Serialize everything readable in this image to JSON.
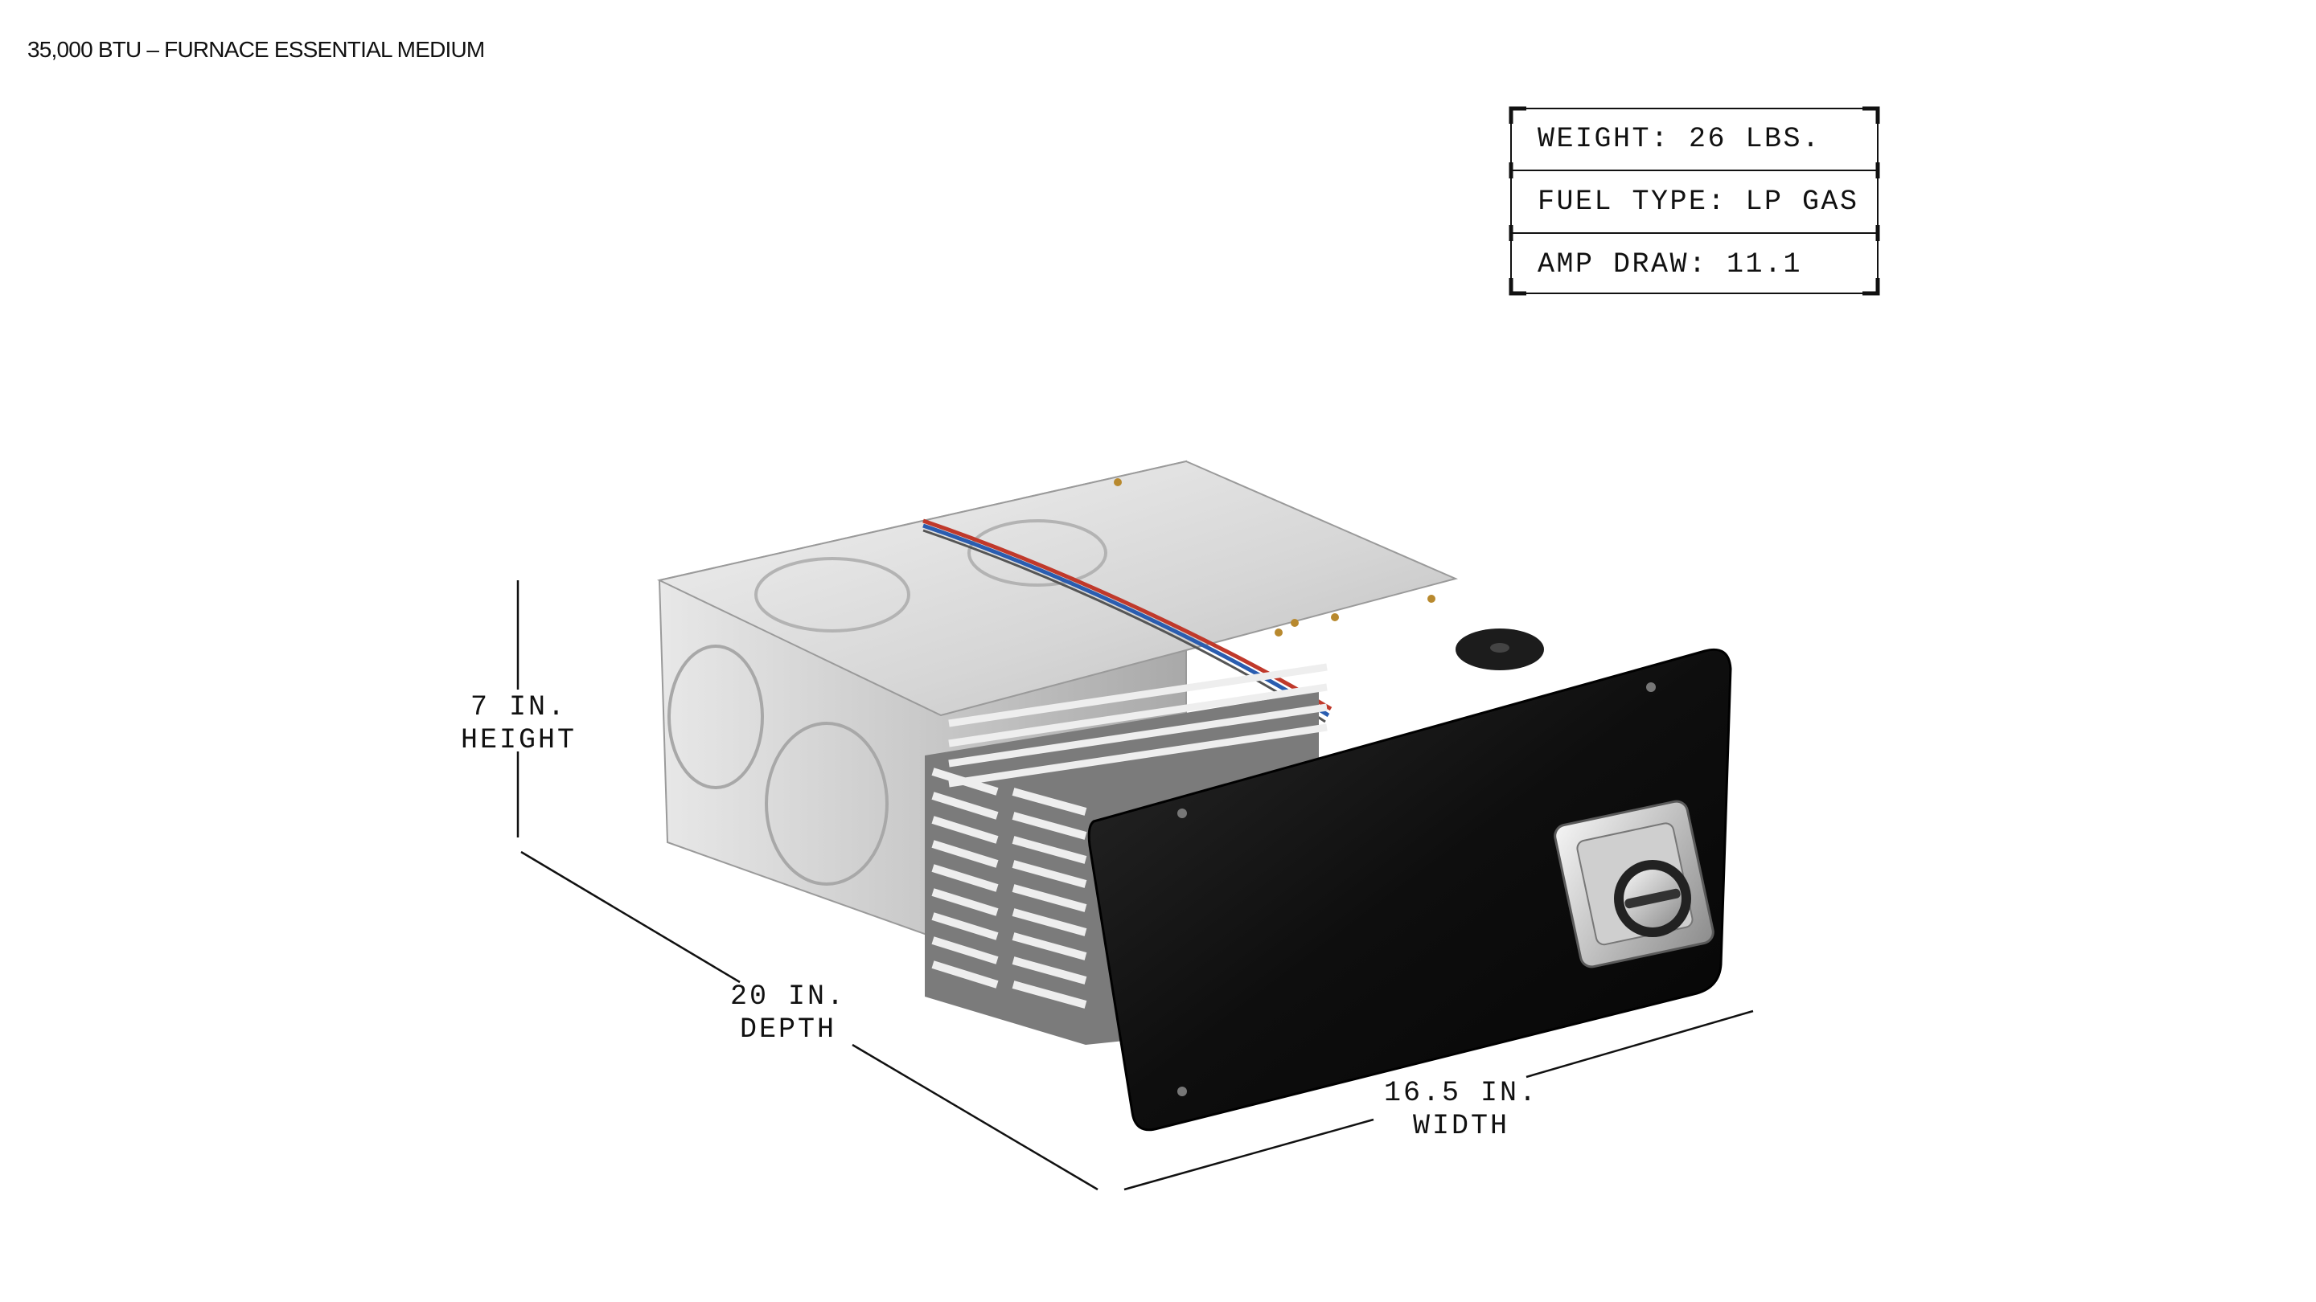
{
  "title": "35,000 BTU – FURNACE ESSENTIAL MEDIUM",
  "specs": [
    {
      "label": "WEIGHT: 26 LBS."
    },
    {
      "label": "FUEL TYPE: LP GAS"
    },
    {
      "label": "AMP DRAW: 11.1"
    }
  ],
  "dimensions": {
    "height": {
      "value": "7 IN.",
      "name": "HEIGHT"
    },
    "depth": {
      "value": "20 IN.",
      "name": "DEPTH"
    },
    "width": {
      "value": "16.5 IN.",
      "name": "WIDTH"
    }
  },
  "colors": {
    "text": "#111111",
    "panel": "#0d0d0d",
    "steel": "#d9d9d9",
    "accent_red": "#c0392b",
    "accent_blue": "#2a5db0"
  }
}
